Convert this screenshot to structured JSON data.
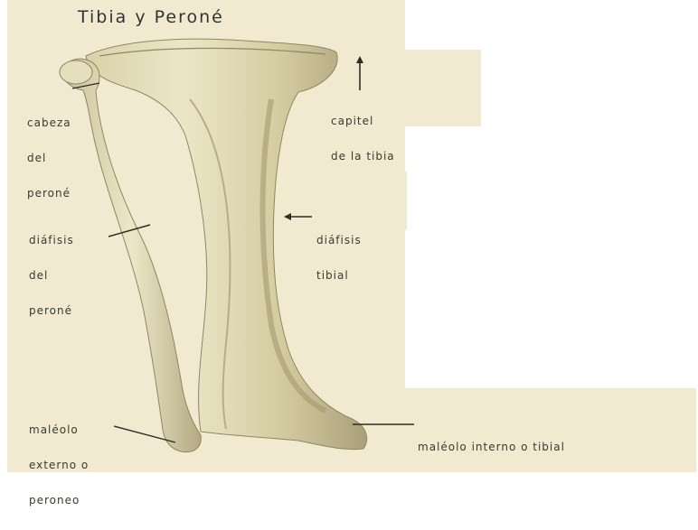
{
  "title": "Tibia y Peroné",
  "labels": {
    "cabeza_peroné": [
      "cabeza",
      "del",
      "peroné"
    ],
    "capitel_tibia": [
      "capitel",
      "de la tibia"
    ],
    "diafisis_perone": [
      "diáfisis",
      "del",
      "peroné"
    ],
    "diafisis_tibial": [
      "diáfisis",
      "tibial"
    ],
    "maleolo_externo": [
      "maléolo",
      "externo o",
      "peroneo"
    ],
    "maleolo_interno": [
      "maléolo interno o tibial"
    ]
  },
  "colors": {
    "paper": "#f1ead0",
    "bone_light": "#ece6c6",
    "bone_mid": "#d8d1a8",
    "bone_shadow": "#a9a07a",
    "ink": "#2c2c24"
  }
}
